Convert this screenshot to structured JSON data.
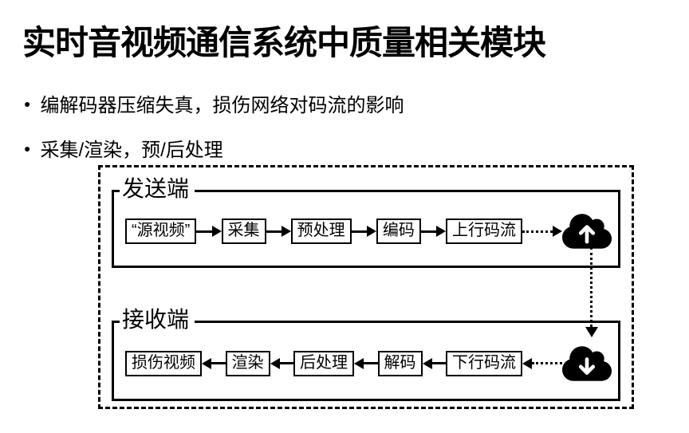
{
  "slide": {
    "title": "实时音视频通信系统中质量相关模块",
    "bullet_marker": "●",
    "bullets": [
      "编解码器压缩失真，损伤网络对码流的影响",
      "采集/渲染，预/后处理"
    ]
  },
  "diagram": {
    "sender": {
      "label": "发送端",
      "nodes": [
        "“源视频”",
        "采集",
        "预处理",
        "编码",
        "上行码流"
      ],
      "cloud_icon": "cloud-upload-icon"
    },
    "receiver": {
      "label": "接收端",
      "nodes": [
        "损伤视频",
        "渲染",
        "后处理",
        "解码",
        "下行码流"
      ],
      "cloud_icon": "cloud-download-icon"
    },
    "colors": {
      "ink": "#000000",
      "background": "#ffffff"
    }
  }
}
